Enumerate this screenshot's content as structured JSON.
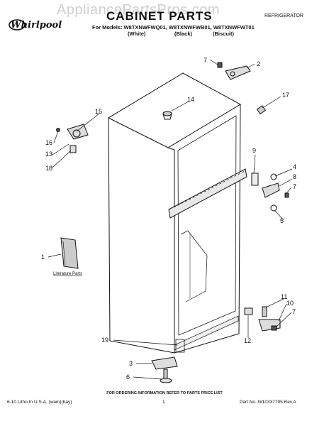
{
  "header": {
    "watermark": "AppliancePartsPros.com",
    "brand": "Whirlpool",
    "title": "CABINET PARTS",
    "category": "REFRIGERATOR",
    "models_line": "For Models: W8TXNWFWQ01, W8TXNWFWB01, W8TXNWFWT01",
    "colors": [
      "(White)",
      "(Black)",
      "(Biscuit)"
    ]
  },
  "diagram": {
    "callouts": [
      "1",
      "2",
      "3",
      "4",
      "5",
      "6",
      "7",
      "7",
      "7",
      "8",
      "9",
      "10",
      "11",
      "12",
      "13",
      "14",
      "15",
      "16",
      "17",
      "18",
      "19"
    ],
    "literature_label": "Literature Parts"
  },
  "footer": {
    "note": "FOR ORDERING INFORMATION REFER TO PARTS PRICE LIST",
    "litho": "6-10 Litho In U.S.A. (wam)(bay)",
    "page": "1",
    "part_no": "Part No. W10337795 Rev.A"
  }
}
